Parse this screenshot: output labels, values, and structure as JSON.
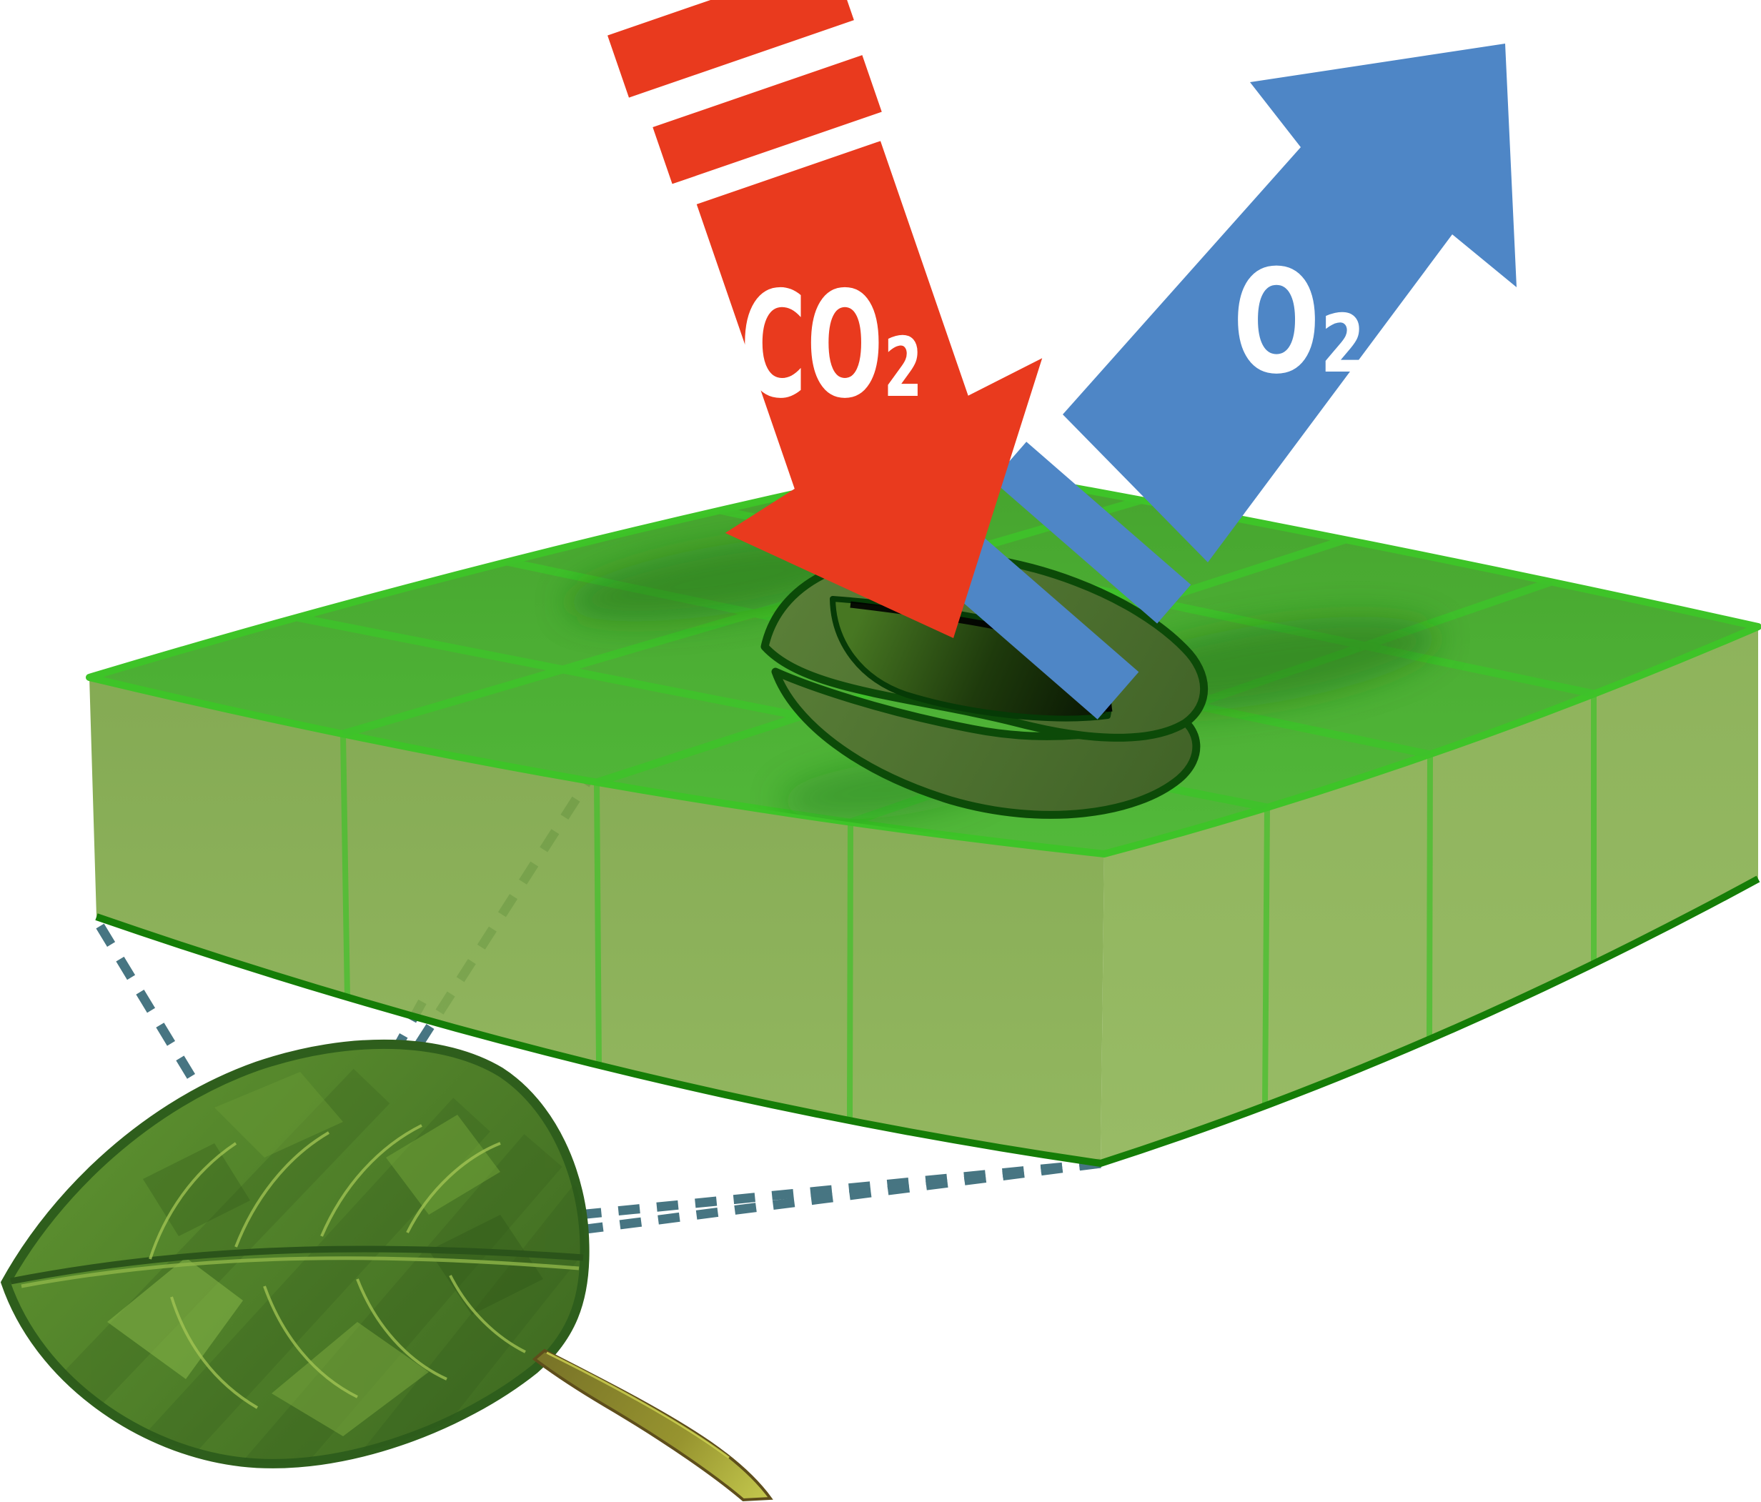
{
  "diagram": {
    "labels": {
      "co2": "CO₂",
      "o2": "O₂"
    },
    "colors": {
      "background": "#FFFFFF",
      "co2_arrow": "#E93A1E",
      "o2_arrow": "#4E86C6",
      "label_text": "#FFFFFF",
      "leaf_surface_top": "#4CAD35",
      "surface_grid_line": "#3FC32B",
      "tissue_side_left": "#7EA746",
      "tissue_side_right": "#88B04F",
      "tissue_bottom_edge": "#157D07",
      "tissue_top_edge": "#3EC428",
      "stoma_lip": "#4C7030",
      "stoma_outline": "#0C4A08",
      "stoma_opening_dark": "#0B1A04",
      "callout_dashed_line": "#477582",
      "leaf_dark_green": "#3F6B21",
      "leaf_light_green": "#7FAE3D",
      "leaf_vein": "#A5C755",
      "stem_olive": "#8F8C2F"
    },
    "elements": {
      "co2_arrow": "co2-inflow-arrow",
      "o2_arrow": "o2-outflow-arrow",
      "tissue_block": "magnified-leaf-tissue-block",
      "stoma": "stoma-with-guard-cells",
      "leaf": "whole-leaf",
      "callout": "magnification-dashed-lines"
    }
  }
}
